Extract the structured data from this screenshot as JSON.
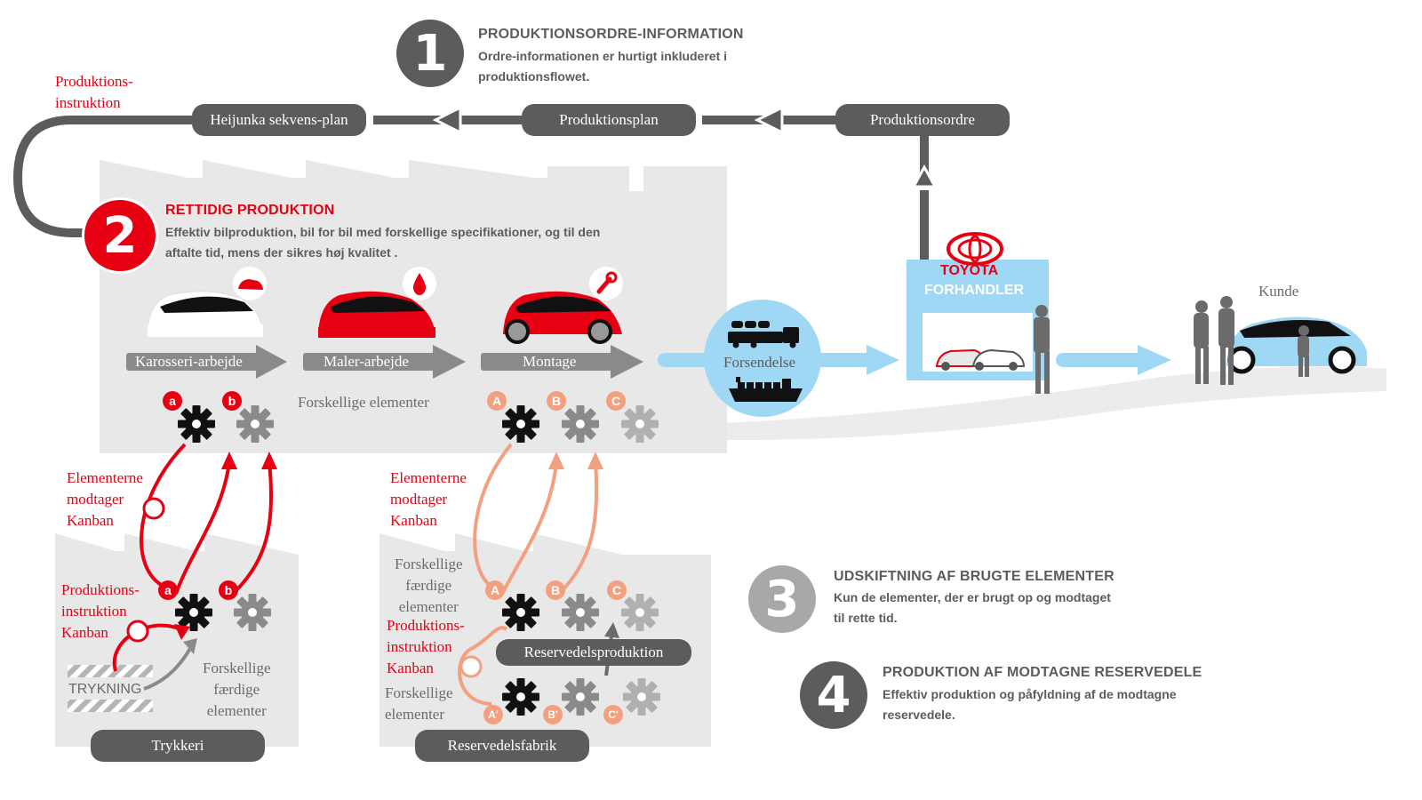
{
  "colors": {
    "red": "#e60012",
    "salmon": "#f2a07f",
    "dark_gray": "#5c5c5c",
    "mid_gray": "#8a8a8a",
    "light_gray": "#a8a8a8",
    "factory_bg": "#e8e8e8",
    "light_blue": "#9fd8f5"
  },
  "flow_top": {
    "pill1": "Heijunka sekvens-plan",
    "pill2": "Produktionsplan",
    "pill3": "Produktionsordre",
    "side_label_line1": "Produktions-",
    "side_label_line2": "instruktion"
  },
  "section1": {
    "number": "1",
    "title": "PRODUKTIONSORDRE-INFORMATION",
    "desc_line1": "Ordre-informationen er hurtigt inkluderet i",
    "desc_line2": "produktionsflowet."
  },
  "section2": {
    "number": "2",
    "title": "RETTIDIG PRODUKTION",
    "desc_line1": "Effektiv bilproduktion, bil for bil med forskellige specifikationer, og til den",
    "desc_line2": "aftalte tid, mens der sikres høj kvalitet ."
  },
  "section3": {
    "number": "3",
    "title": "UDSKIFTNING AF BRUGTE ELEMENTER",
    "desc_line1": "Kun de elementer, der er brugt op og modtaget",
    "desc_line2": "til rette tid."
  },
  "section4": {
    "number": "4",
    "title": "PRODUKTION AF MODTAGNE RESERVEDELE",
    "desc_line1": "Effektiv produktion og påfyldning af de modtagne",
    "desc_line2": "reservedele."
  },
  "steps": {
    "step1": "Karosseri-arbejde",
    "step2": "Maler-arbejde",
    "step3": "Montage",
    "various_elements": "Forskellige elementer"
  },
  "badges": {
    "a": "a",
    "b": "b",
    "A": "A",
    "B": "B",
    "C": "C",
    "A2": "A'",
    "B2": "B'",
    "C2": "C'"
  },
  "left_plant": {
    "kanban_line1": "Elementerne",
    "kanban_line2": "modtager",
    "kanban_line3": "Kanban",
    "instr_line1": "Produktions-",
    "instr_line2": "instruktion",
    "instr_line3": "Kanban",
    "pressing": "TRYKNING",
    "finished_line1": "Forskellige",
    "finished_line2": "færdige",
    "finished_line3": "elementer",
    "name": "Trykkeri"
  },
  "right_plant": {
    "kanban_line1": "Elementerne",
    "kanban_line2": "modtager",
    "kanban_line3": "Kanban",
    "finished_line1": "Forskellige",
    "finished_line2": "færdige",
    "finished_line3": "elementer",
    "instr_line1": "Produktions-",
    "instr_line2": "instruktion",
    "instr_line3": "Kanban",
    "various_line1": "Forskellige",
    "various_line2": "elementer",
    "spare_production": "Reservedelsproduktion",
    "name": "Reservedelsfabrik"
  },
  "shipping": {
    "label": "Forsendelse"
  },
  "dealer": {
    "brand": "TOYOTA",
    "label": "FORHANDLER"
  },
  "customer": {
    "label": "Kunde"
  }
}
